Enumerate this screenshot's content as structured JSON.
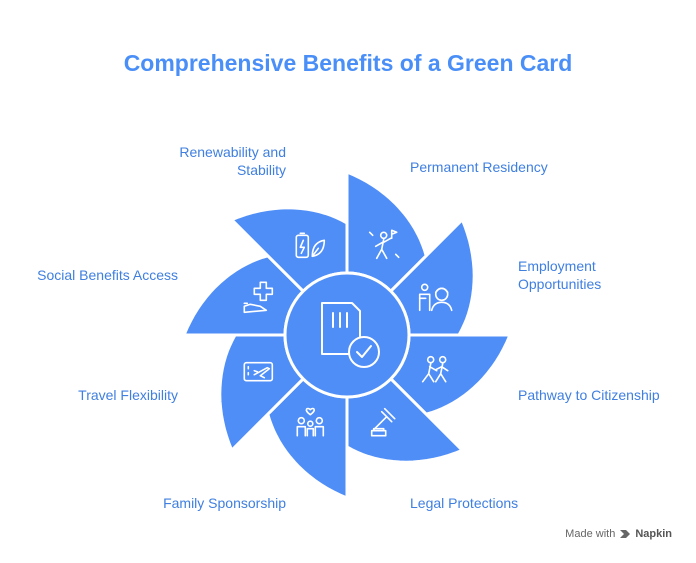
{
  "title": "Comprehensive Benefits of a Green Card",
  "colors": {
    "accent": "#4a8ff7",
    "segment": "#4f8ef7",
    "icon_stroke": "#ffffff",
    "text": "#3f7fe0"
  },
  "segments": [
    {
      "label": "Permanent Residency",
      "icon": "person-flag-icon"
    },
    {
      "label": "Employment Opportunities",
      "icon": "worker-desk-icon"
    },
    {
      "label": "Pathway to Citizenship",
      "icon": "people-walking-icon"
    },
    {
      "label": "Legal Protections",
      "icon": "gavel-icon"
    },
    {
      "label": "Family Sponsorship",
      "icon": "family-heart-icon"
    },
    {
      "label": "Travel Flexibility",
      "icon": "airplane-ticket-icon"
    },
    {
      "label": "Social Benefits Access",
      "icon": "hand-medical-cross-icon"
    },
    {
      "label": "Renewability and Stability",
      "icon": "battery-leaf-icon"
    }
  ],
  "center_icon": "card-check-icon",
  "watermark": {
    "prefix": "Made with",
    "brand": "Napkin",
    "icon": "napkin-logo-icon"
  }
}
